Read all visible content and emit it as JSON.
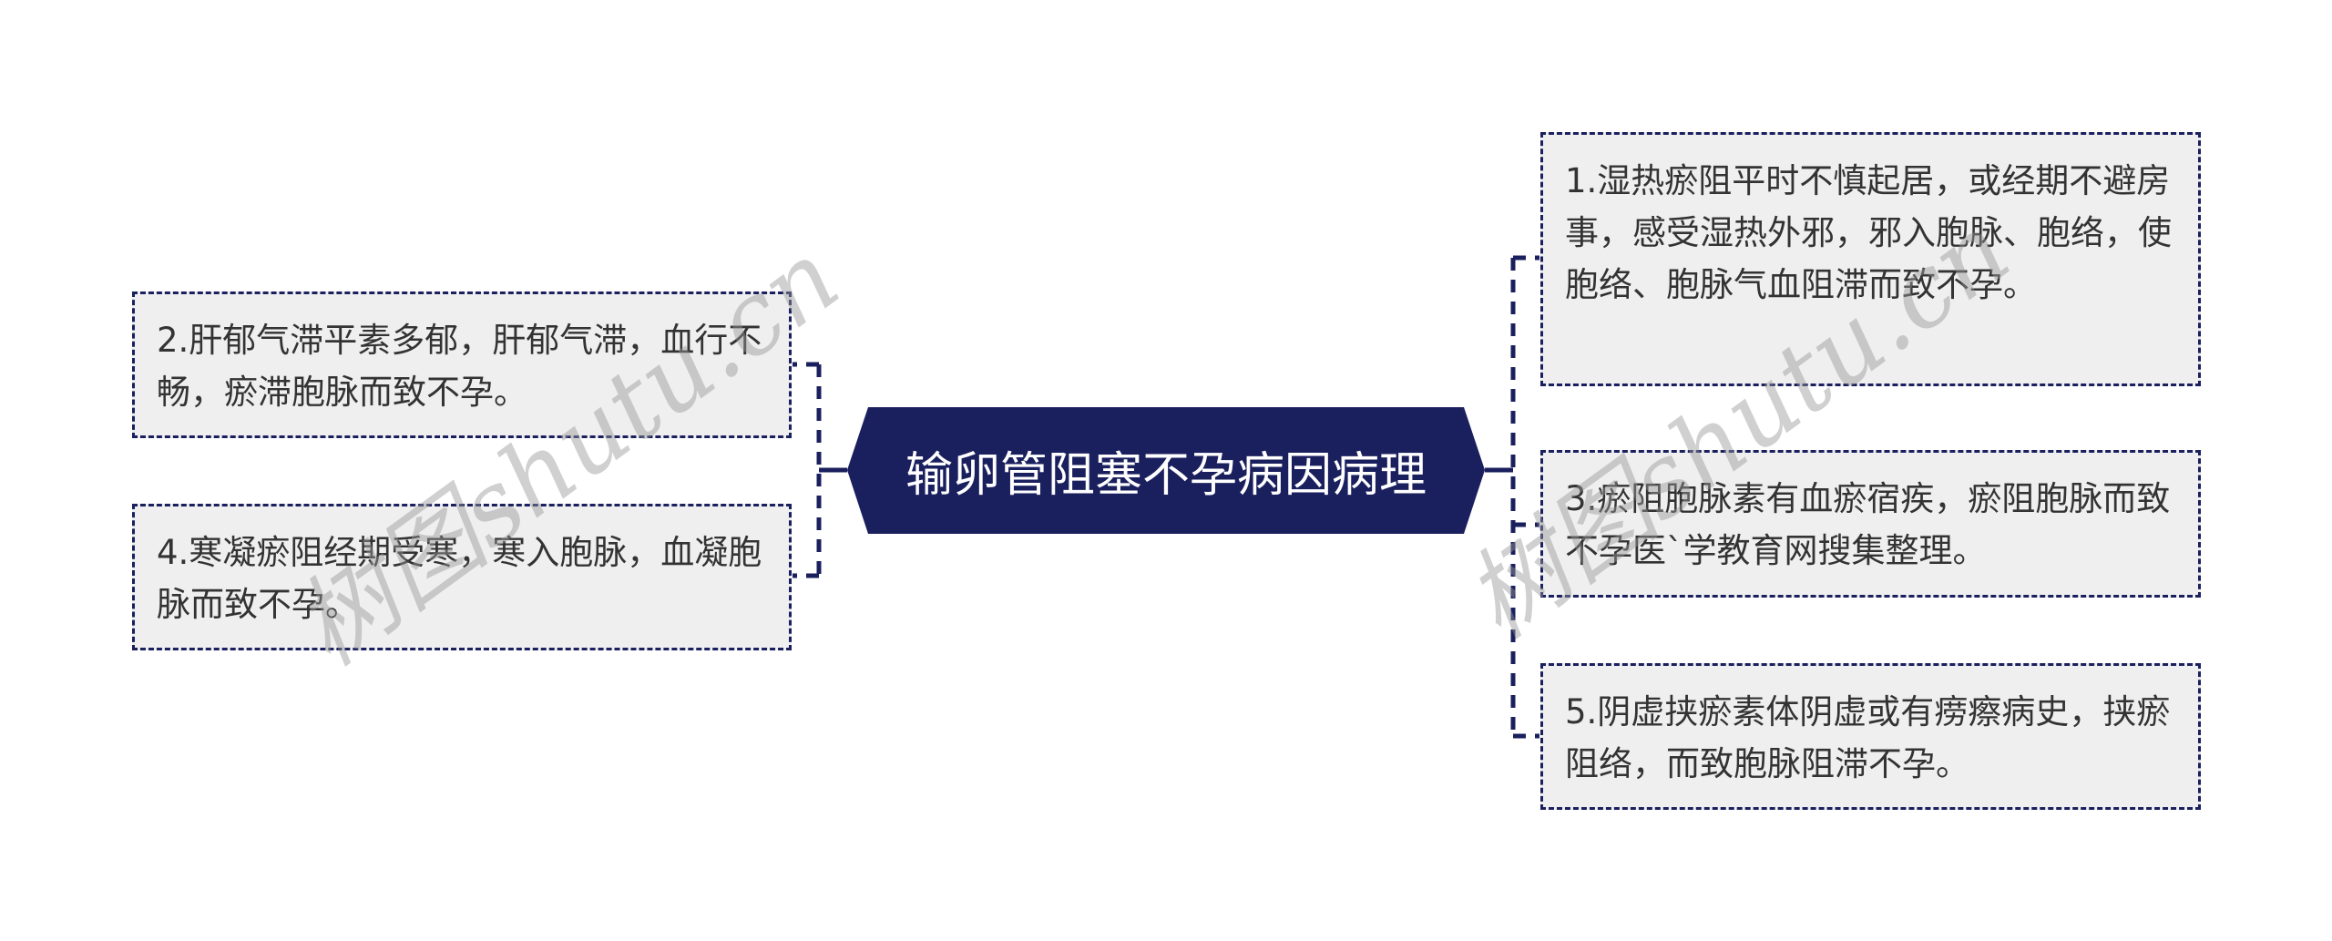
{
  "colors": {
    "root_fill": "#1a1f5e",
    "connector": "#1a1f5e",
    "node_bg": "#efefef",
    "node_border": "#1a1f5e",
    "node_text": "#333333",
    "root_text": "#ffffff",
    "watermark": "#999999"
  },
  "root": {
    "label": "输卵管阻塞不孕病因病理"
  },
  "left_branches": [
    {
      "id": "2",
      "text": "2.肝郁气滞平素多郁，肝郁气滞，血行不畅，瘀滞胞脉而致不孕。"
    },
    {
      "id": "4",
      "text": "4.寒凝瘀阻经期受寒，寒入胞脉，血凝胞脉而致不孕。"
    }
  ],
  "right_branches": [
    {
      "id": "1",
      "text": "1.湿热瘀阻平时不慎起居，或经期不避房事，感受湿热外邪，邪入胞脉、胞络，使胞络、胞脉气血阻滞而致不孕。"
    },
    {
      "id": "3",
      "text": "3.瘀阻胞脉素有血瘀宿疾，瘀阻胞脉而致不孕医`学教育网搜集整理。"
    },
    {
      "id": "5",
      "text": "5.阴虚挟瘀素体阴虚或有痨瘵病史，挟瘀阻络，而致胞脉阻滞不孕。"
    }
  ],
  "watermarks": [
    {
      "text": "树图shutu.cn"
    },
    {
      "text": "树图shutu.cn"
    }
  ]
}
